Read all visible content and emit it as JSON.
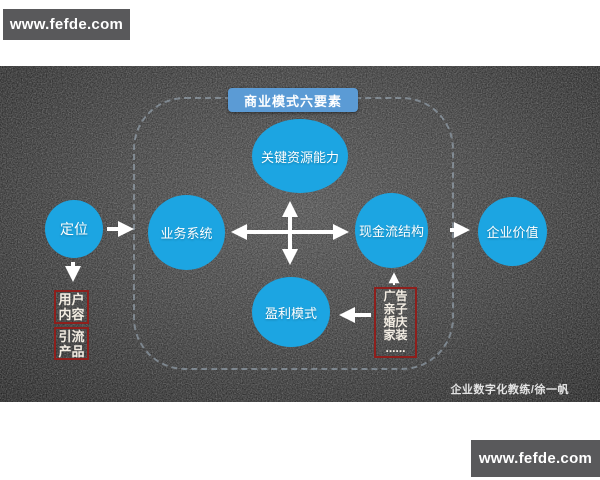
{
  "watermark": {
    "top_label": "www.fefde.com",
    "bottom_label": "www.fefde.com"
  },
  "diagram": {
    "title": "商业模式六要素",
    "nodes": {
      "key_resources": "关键资源能力",
      "positioning": "定位",
      "business_system": "业务系统",
      "cashflow_structure": "现金流结构",
      "profit_model": "盈利模式",
      "enterprise_value": "企业价值"
    },
    "annotations": {
      "user_content": {
        "lines": [
          "用户",
          "内容"
        ]
      },
      "traffic_product": {
        "lines": [
          "引流",
          "产品"
        ]
      },
      "examples": {
        "lines": [
          "广告",
          "亲子",
          "婚庆",
          "家装",
          "......"
        ]
      }
    },
    "credit": "企业数字化教练/徐一帆"
  },
  "colors": {
    "node_fill": "#1CA5E2",
    "title_fill": "#5B9BD5",
    "annotation_border": "#8E1F1C",
    "arrow": "#FFFFFF",
    "watermark_bg": "#59595B"
  }
}
